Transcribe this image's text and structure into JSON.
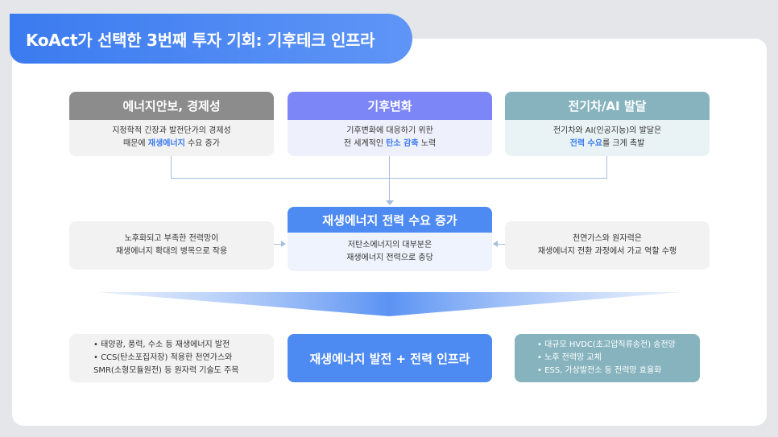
{
  "title": "KoAct가 선택한 3번째 투자 기회: 기후테크 인프라",
  "top": [
    {
      "head": "에너지안보, 경제성",
      "line1": "지정학적 긴장과 발전단가의 경제성",
      "line2_pre": "때문에 ",
      "line2_hl": "재생에너지",
      "line2_post": " 수요 증가"
    },
    {
      "head": "기후변화",
      "line1": "기후변화에 대응하기 위한",
      "line2_pre": "전 세계적인 ",
      "line2_hl": "탄소 감축",
      "line2_post": " 노력"
    },
    {
      "head": "전기차/AI 발달",
      "line1": "전기차와 AI(인공지능)의 발달은",
      "line2_pre": "",
      "line2_hl": "전력 수요",
      "line2_post": "를 크게 촉발"
    }
  ],
  "middle": {
    "head": "재생에너지 전력 수요 증가",
    "line1": "저탄소에너지의 대부분은",
    "line2": "재생에너지 전력으로 충당"
  },
  "side_left": {
    "line1": "노후화되고 부족한 전력망이",
    "line2": "재생에너지 확대의 병목으로 작용"
  },
  "side_right": {
    "line1": "천연가스와 원자력은",
    "line2": "재생에너지 전환 과정에서 가교 역할 수행"
  },
  "bottom_left": [
    "태양광, 풍력, 수소 등 재생에너지 발전",
    "CCS(탄소포집저장) 적용한 천연가스와",
    "SMR(소형모듈원전) 등 원자력 기술도 주목"
  ],
  "bottom_center": "재생에너지 발전 + 전력 인프라",
  "bottom_right": [
    "대규모 HVDC(초고압직류송전) 송전망",
    "노후 전력망 교체",
    "ESS, 가상발전소 등 전력망 효율화"
  ],
  "colors": {
    "accent": "#4d8af2",
    "highlight": "#3b7bf0",
    "gray_head": "#8c8c8c",
    "purple_head": "#7d86f7",
    "teal_head": "#86b3be"
  }
}
